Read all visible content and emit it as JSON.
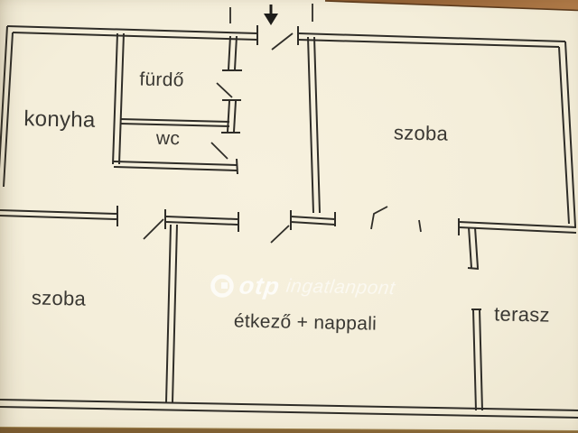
{
  "document": {
    "type": "apartment floor plan photo",
    "language": "hu"
  },
  "rooms": [
    {
      "id": "konyha",
      "label": "konyha"
    },
    {
      "id": "furdo",
      "label": "fürdő"
    },
    {
      "id": "wc",
      "label": "wc"
    },
    {
      "id": "szoba_top",
      "label": "szoba"
    },
    {
      "id": "szoba_bottom",
      "label": "szoba"
    },
    {
      "id": "etkezo_nappali",
      "label": "étkező + nappali"
    },
    {
      "id": "terasz",
      "label": "terasz"
    }
  ],
  "watermark": {
    "brand": "otp",
    "suffix": "ingatlanpont"
  },
  "icons": {
    "entrance_arrow": "down-arrow"
  },
  "colors": {
    "paper": "#f4eeda",
    "wall_line": "#2f2d28",
    "label_text": "#3a3833",
    "table_wood_top": "#a5713f",
    "table_wood_bottom": "#7c5c31",
    "watermark": "#ffffff"
  }
}
